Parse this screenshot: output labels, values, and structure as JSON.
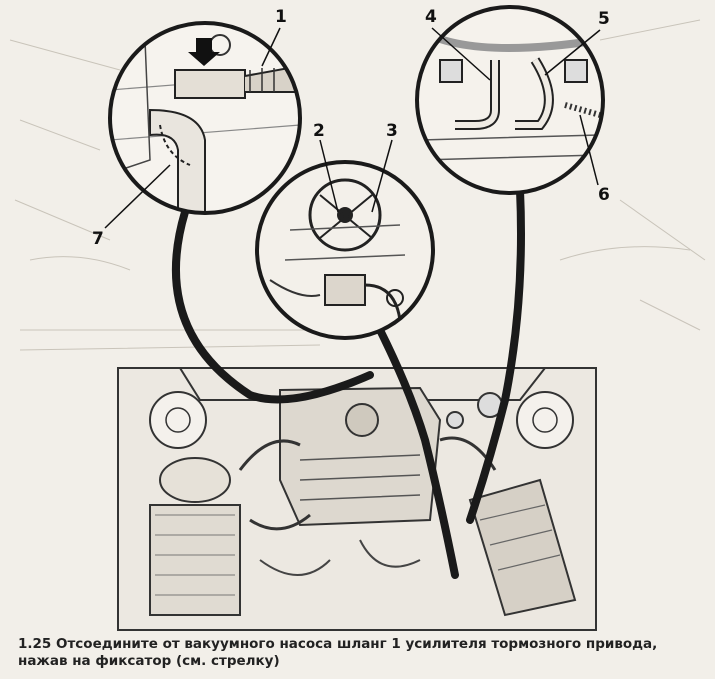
{
  "figure": {
    "caption": "1.25 Отсоедините от вакуумного насоса шланг 1 усилителя тормозного привода, нажав на фиксатор (см. стрелку)",
    "callouts": [
      "1",
      "2",
      "3",
      "4",
      "5",
      "6",
      "7"
    ]
  }
}
